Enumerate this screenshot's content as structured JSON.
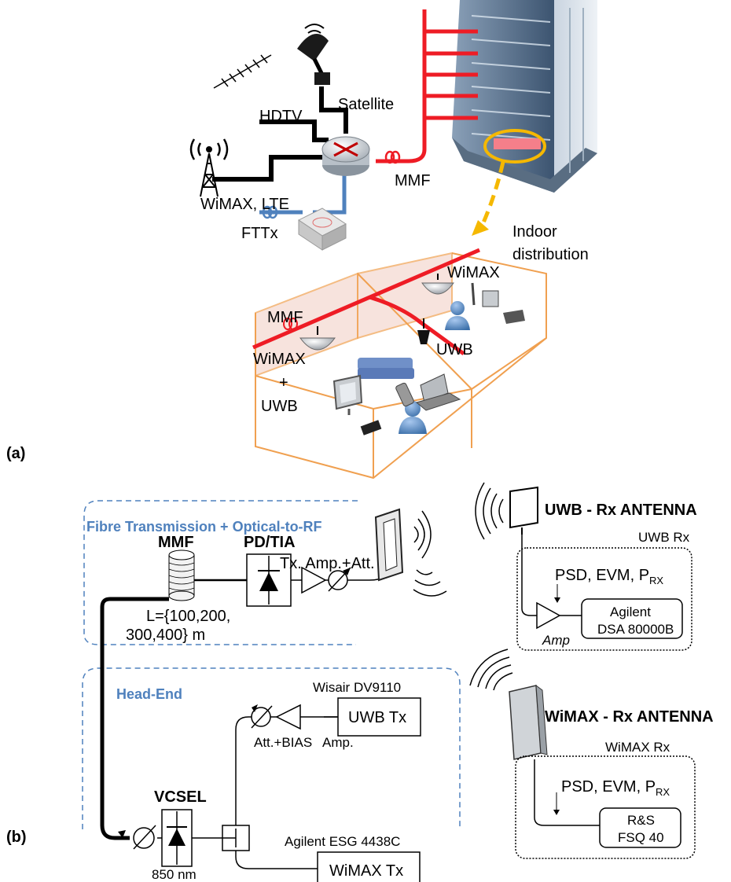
{
  "panel_a": {
    "tag": "(a)",
    "labels": {
      "satellite": "Satellite",
      "hdtv": "HDTV",
      "mmf_top": "MMF",
      "wimax_lte": "WiMAX, LTE",
      "fttx": "FTTx",
      "indoor": "Indoor",
      "distribution": "distribution",
      "mmf_room": "MMF",
      "wimax_right": "WiMAX",
      "uwb_right": "UWB",
      "wimax_left": "WiMAX",
      "plus": "+",
      "uwb_left": "UWB"
    },
    "colors": {
      "fiber_red": "#ee1c25",
      "fttx_blue": "#4f81bd",
      "room_orange": "#f0a050",
      "arrow_yellow": "#f5b800"
    }
  },
  "panel_b": {
    "tag": "(b)",
    "fibre_box_title": "Fibre Transmission + Optical-to-RF",
    "headend_title": "Head-End",
    "mmf_label": "MMF",
    "mmf_length_1": "L={100,200,",
    "mmf_length_2": "300,400} m",
    "pd_tia": "PD/TIA",
    "tx_amp": "Tx. Amp.+Att.",
    "vcsel": "VCSEL",
    "wavelength": "850 nm",
    "att_bias": "Att.+BIAS",
    "amp": "Amp.",
    "wisair": "Wisair DV9110",
    "uwb_tx": "UWB Tx",
    "agilent_esg": "Agilent ESG 4438C",
    "wimax_tx": "WiMAX Tx",
    "uwb_rx_antenna": "UWB  -  Rx ANTENNA",
    "uwb_rx": "UWB Rx",
    "psd_evm": "PSD, EVM, P",
    "rx_sub": "RX",
    "agilent_dsa_1": "Agilent",
    "agilent_dsa_2": "DSA 80000B",
    "amp_italic": "Amp",
    "wimax_rx_antenna": "WiMAX -  Rx ANTENNA",
    "wimax_rx": "WiMAX Rx",
    "rs_1": "R&S",
    "rs_2": "FSQ 40"
  }
}
